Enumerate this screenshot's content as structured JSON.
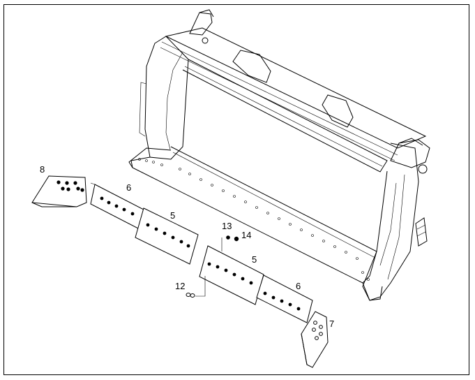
{
  "diagram": {
    "callouts": [
      {
        "id": "c8",
        "label": "8"
      },
      {
        "id": "c6a",
        "label": "6"
      },
      {
        "id": "c5a",
        "label": "5"
      },
      {
        "id": "c13",
        "label": "13"
      },
      {
        "id": "c14",
        "label": "14"
      },
      {
        "id": "c5b",
        "label": "5"
      },
      {
        "id": "c12",
        "label": "12"
      },
      {
        "id": "c6b",
        "label": "6"
      },
      {
        "id": "c7",
        "label": "7"
      }
    ]
  },
  "colors": {
    "line": "#000000",
    "background": "#ffffff"
  }
}
